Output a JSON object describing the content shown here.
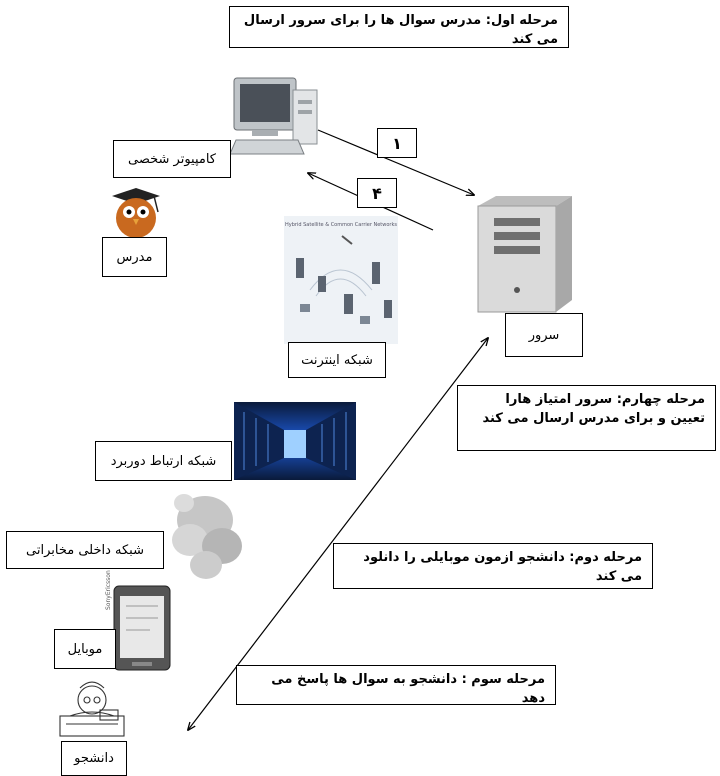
{
  "stages": {
    "stage1": "مرحله اول: مدرس سوال ها را برای سرور ارسال می کند",
    "stage2": "مرحله دوم: دانشجو ازمون موبایلی را دانلود می کند",
    "stage3": "مرحله سوم : دانشجو به سوال ها پاسخ می دهد",
    "stage4": "مرحله چهارم: سرور امتیاز هارا تعیین و برای مدرس ارسال می کند"
  },
  "labels": {
    "pc": "کامپیوتر شخصی",
    "teacher": "مدرس",
    "internet": "شبکه اینترنت",
    "server": "سرور",
    "wan": "شبکه ارتباط دوربرد",
    "telecom": "شبکه داخلی مخابراتی",
    "mobile": "موبایل",
    "student": "دانشجو"
  },
  "arrows": {
    "step1": "۱",
    "step4": "۴"
  },
  "illustration_text": {
    "internet_image_title": "Hybrid Satellite & Common Carrier Networks",
    "phone_brand": "SonyEricsson"
  },
  "colors": {
    "line": "#000000",
    "datacenter_glow": "#1e5bd6",
    "owl": "#c9691f",
    "server": "#dadada"
  }
}
